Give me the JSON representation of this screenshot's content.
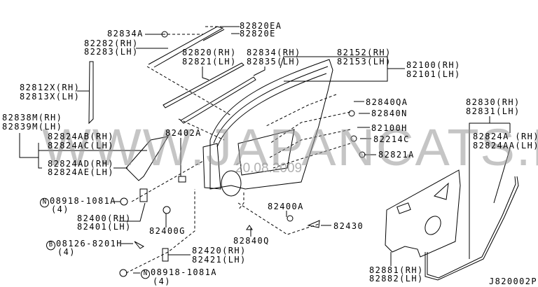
{
  "diagram_code": "J820002P",
  "watermark": {
    "site": "WWW.JAPANCATS.RU",
    "date": "20.08.2009"
  },
  "labels": {
    "p82820EA": "82820EA",
    "p82820E": "82820E",
    "p82834A": "82834A",
    "p82282": "82282(RH)",
    "p82283": "82283(LH)",
    "p82820": "82820(RH)",
    "p82821": "82821(LH)",
    "p82834": "82834(RH)",
    "p82835": "82835(LH)",
    "p82152": "82152(RH)",
    "p82153": "82153(LH)",
    "p82100": "82100(RH)",
    "p82101": "82101(LH)",
    "p82812X": "82812X(RH)",
    "p82813X": "82813X(LH)",
    "p82838M": "82838M(RH)",
    "p82839M": "82839M(LH)",
    "p82824AB": "82824AB(RH)",
    "p82824AC": "82824AC(LH)",
    "p82402A": "82402A",
    "p82840QA": "82840QA",
    "p82840N": "82840N",
    "p82100H": "82100H",
    "p82214C": "82214C",
    "p82821A": "82821A",
    "p82830": "82830(RH)",
    "p82831": "82831(LH)",
    "p82824A": "82824A (RH)",
    "p82824AA": "82824AA(LH)",
    "p82824AD": "82824AD(RH)",
    "p82824AE": "82824AE(LH)",
    "n_bolt1": "08918-1081A",
    "n_bolt1_qty": "(4)",
    "p82400": "82400(RH)",
    "p82401": "82401(LH)",
    "p82400G": "82400G",
    "p82400A": "82400A",
    "p82430": "82430",
    "p82840Q": "82840Q",
    "b_bolt": "08126-8201H",
    "b_bolt_qty": "(4)",
    "p82420": "82420(RH)",
    "p82421": "82421(LH)",
    "n_bolt2": "08918-1081A",
    "n_bolt2_qty": "(4)",
    "p82881": "82881(RH)",
    "p82882": "82882(LH)",
    "mark_n": "N",
    "mark_b": "B"
  }
}
